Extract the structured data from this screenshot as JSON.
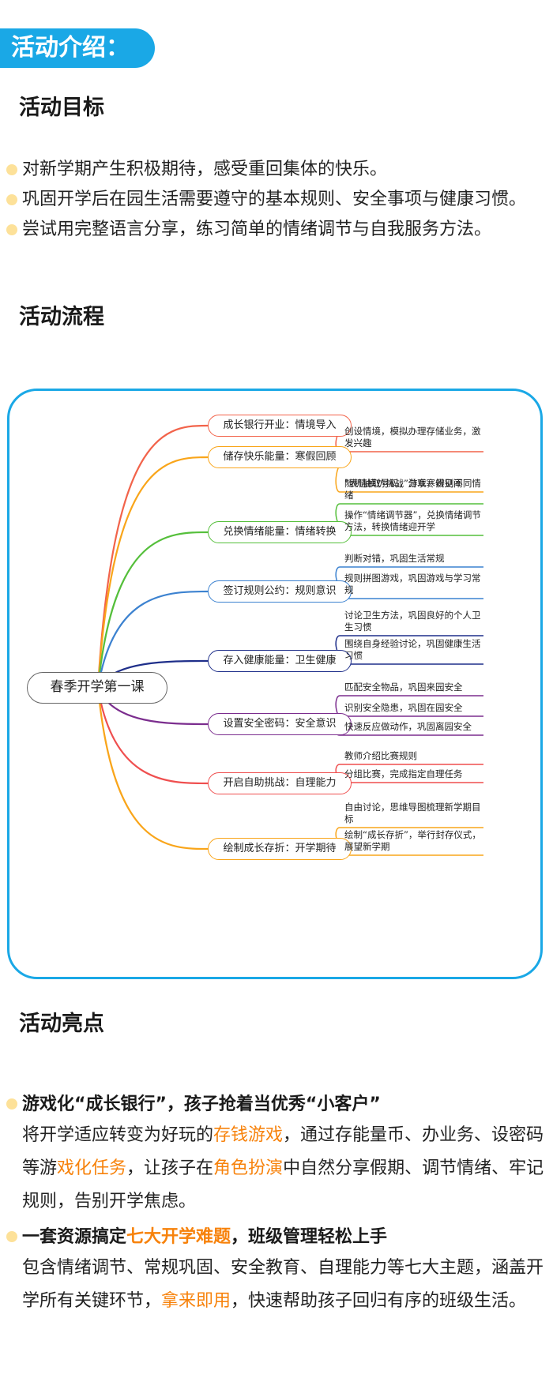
{
  "header": {
    "title": "活动介绍："
  },
  "goals": {
    "title": "活动目标",
    "items": [
      "对新学期产生积极期待，感受重回集体的快乐。",
      "巩固开学后在园生活需要遵守的基本规则、安全事项与健康习惯。",
      "尝试用完整语言分享，练习简单的情绪调节与自我服务方法。"
    ]
  },
  "process": {
    "title": "活动流程",
    "center": "春季开学第一课",
    "branches": [
      {
        "label": "成长银行开业：情境导入",
        "color": "#f2634a",
        "leaves": [
          "创设情境，模拟办理存储业务，激发兴趣"
        ]
      },
      {
        "label": "储存快乐能量：寒假回顾",
        "color": "#f9a51a",
        "leaves": [
          "随机抽取号码，分享寒假见闻"
        ]
      },
      {
        "label": "兑换情绪能量：情绪转换",
        "color": "#55bf3b",
        "leaves": [
          "“表情模仿挑战”游戏，辨别不同情绪",
          "操作“情绪调节器”，兑换情绪调节方法，转换情绪迎开学"
        ]
      },
      {
        "label": "签订规则公约：规则意识",
        "color": "#3c82d0",
        "leaves": [
          "判断对错，巩固生活常规",
          "规则拼图游戏，巩固游戏与学习常规"
        ]
      },
      {
        "label": "存入健康能量：卫生健康",
        "color": "#1f2f8a",
        "leaves": [
          "讨论卫生方法，巩固良好的个人卫生习惯",
          "围绕自身经验讨论，巩固健康生活习惯"
        ]
      },
      {
        "label": "设置安全密码：安全意识",
        "color": "#7b2d8e",
        "leaves": [
          "匹配安全物品，巩固来园安全",
          "识别安全隐患，巩固在园安全",
          "快速反应做动作，巩固离园安全"
        ]
      },
      {
        "label": "开启自助挑战：自理能力",
        "color": "#ef4f4f",
        "leaves": [
          "教师介绍比赛规则",
          "分组比赛，完成指定自理任务"
        ]
      },
      {
        "label": "绘制成长存折：开学期待",
        "color": "#f9a51a",
        "leaves": [
          "自由讨论，思维导图梳理新学期目标",
          "绘制“成长存折”，举行封存仪式，展望新学期"
        ]
      }
    ]
  },
  "highlights": {
    "title": "活动亮点",
    "items": [
      {
        "heading": [
          "游戏化“成长银行”，孩子抢着当优秀“小客户”"
        ],
        "body_parts": [
          [
            "将开学适应转变为好玩的",
            false
          ],
          [
            "存钱游戏",
            true
          ],
          [
            "，通过存能量币、办业务、设密码等游",
            false
          ],
          [
            "戏化任务",
            true
          ],
          [
            "，让孩子在",
            false
          ],
          [
            "角色扮演",
            true
          ],
          [
            "中自然分享假期、调节情绪、牢记规则，告别开学焦虑。",
            false
          ]
        ]
      },
      {
        "heading_parts": [
          [
            "一套资源搞定",
            false
          ],
          [
            "七大开学难题",
            true
          ],
          [
            "，班级管理轻松上手",
            false
          ]
        ],
        "body_parts": [
          [
            "包含情绪调节、常规巩固、安全教育、自理能力等七大主题，涵盖开学所有关键环节，",
            false
          ],
          [
            "拿来即用",
            true
          ],
          [
            "，快速帮助孩子回归有序的班级生活。",
            false
          ]
        ]
      }
    ]
  },
  "colors": {
    "accent_blue": "#1aa8e6",
    "highlight_yellow": "#fde7b0",
    "dot_yellow": "#fde199",
    "orange": "#f7820b"
  }
}
